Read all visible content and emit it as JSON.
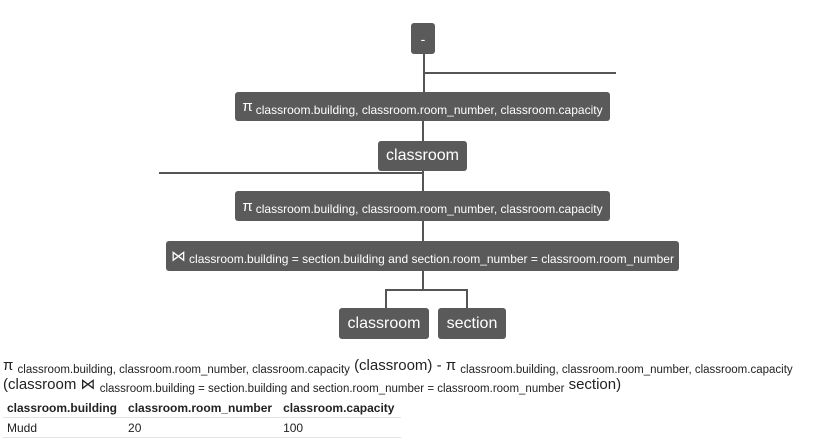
{
  "tree": {
    "root_op": "-",
    "left_project": {
      "symbol": "π",
      "attrs": "classroom.building, classroom.room_number, classroom.capacity"
    },
    "left_relation": "classroom",
    "right_project": {
      "symbol": "π",
      "attrs": "classroom.building, classroom.room_number, classroom.capacity"
    },
    "join": {
      "symbol": "⋈",
      "condition": "classroom.building = section.building and section.room_number = classroom.room_number"
    },
    "join_left": "classroom",
    "join_right": "section"
  },
  "expression": {
    "pi1": "π",
    "attrs1": "classroom.building, classroom.room_number, classroom.capacity",
    "rel1": "(classroom)",
    "minus": "-",
    "pi2": "π",
    "attrs2": "classroom.building, classroom.room_number, classroom.capacity",
    "open": "(classroom",
    "join": "⋈",
    "cond": "classroom.building = section.building and section.room_number = classroom.room_number",
    "close": "section)"
  },
  "result": {
    "columns": [
      "classroom.building",
      "classroom.room_number",
      "classroom.capacity"
    ],
    "rows": [
      [
        "Mudd",
        "20",
        "100"
      ]
    ]
  }
}
